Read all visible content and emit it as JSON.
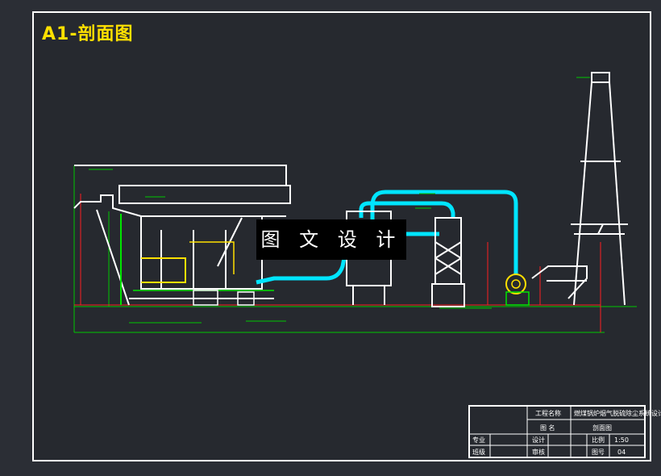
{
  "sheet": {
    "title": "A1-剖面图",
    "watermark": "图 文 设 计"
  },
  "title_block": {
    "project_label": "工程名称",
    "project_name": "燃煤锅炉烟气脱硫除尘系统设计",
    "drawing_name_label": "图 名",
    "drawing_name": "剖面图",
    "major_label": "专业",
    "design_label": "设计",
    "scale_label": "比例",
    "scale_value": "1:50",
    "class_label": "班级",
    "review_label": "审核",
    "sheet_no_label": "图号",
    "sheet_no_value": "04"
  },
  "colors": {
    "background": "#26292f",
    "frame": "#ffffff",
    "title": "#ffe000",
    "duct": "#00e5ff",
    "dimension": "#00c800",
    "section": "#ff2020"
  }
}
